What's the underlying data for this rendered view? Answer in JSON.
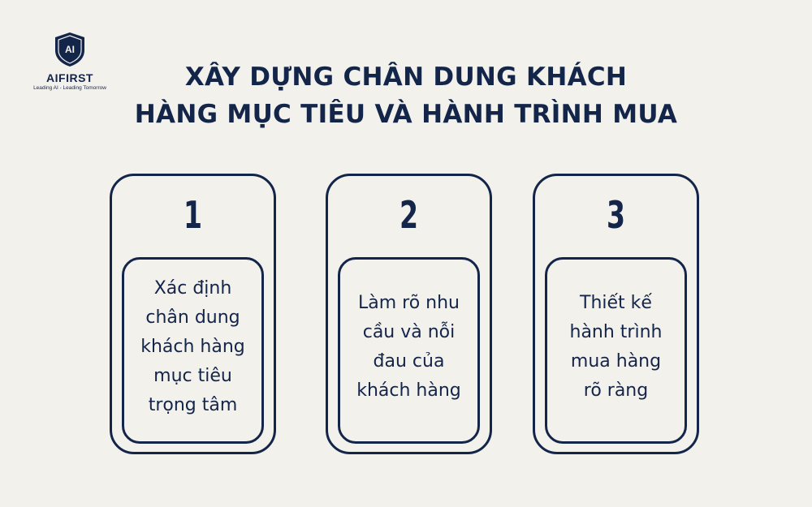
{
  "logo": {
    "mark": "AI",
    "name": "AIFIRST",
    "tagline": "Leading AI - Leading Tomorrow"
  },
  "title": {
    "lines": [
      "XÂY DỰNG CHÂN DUNG KHÁCH",
      "HÀNG MỤC TIÊU VÀ HÀNH TRÌNH MUA"
    ]
  },
  "steps": [
    {
      "number": "1",
      "lines": [
        "Xác định",
        "chân dung",
        "khách hàng",
        "mục tiêu",
        "trọng tâm"
      ]
    },
    {
      "number": "2",
      "lines": [
        "Làm rõ nhu",
        "cầu và nỗi",
        "đau của",
        "khách hàng"
      ]
    },
    {
      "number": "3",
      "lines": [
        "Thiết kế",
        "hành trình",
        "mua hàng",
        "rõ ràng"
      ]
    }
  ],
  "colors": {
    "background": "#f3f1ec",
    "primary": "#14254a"
  }
}
